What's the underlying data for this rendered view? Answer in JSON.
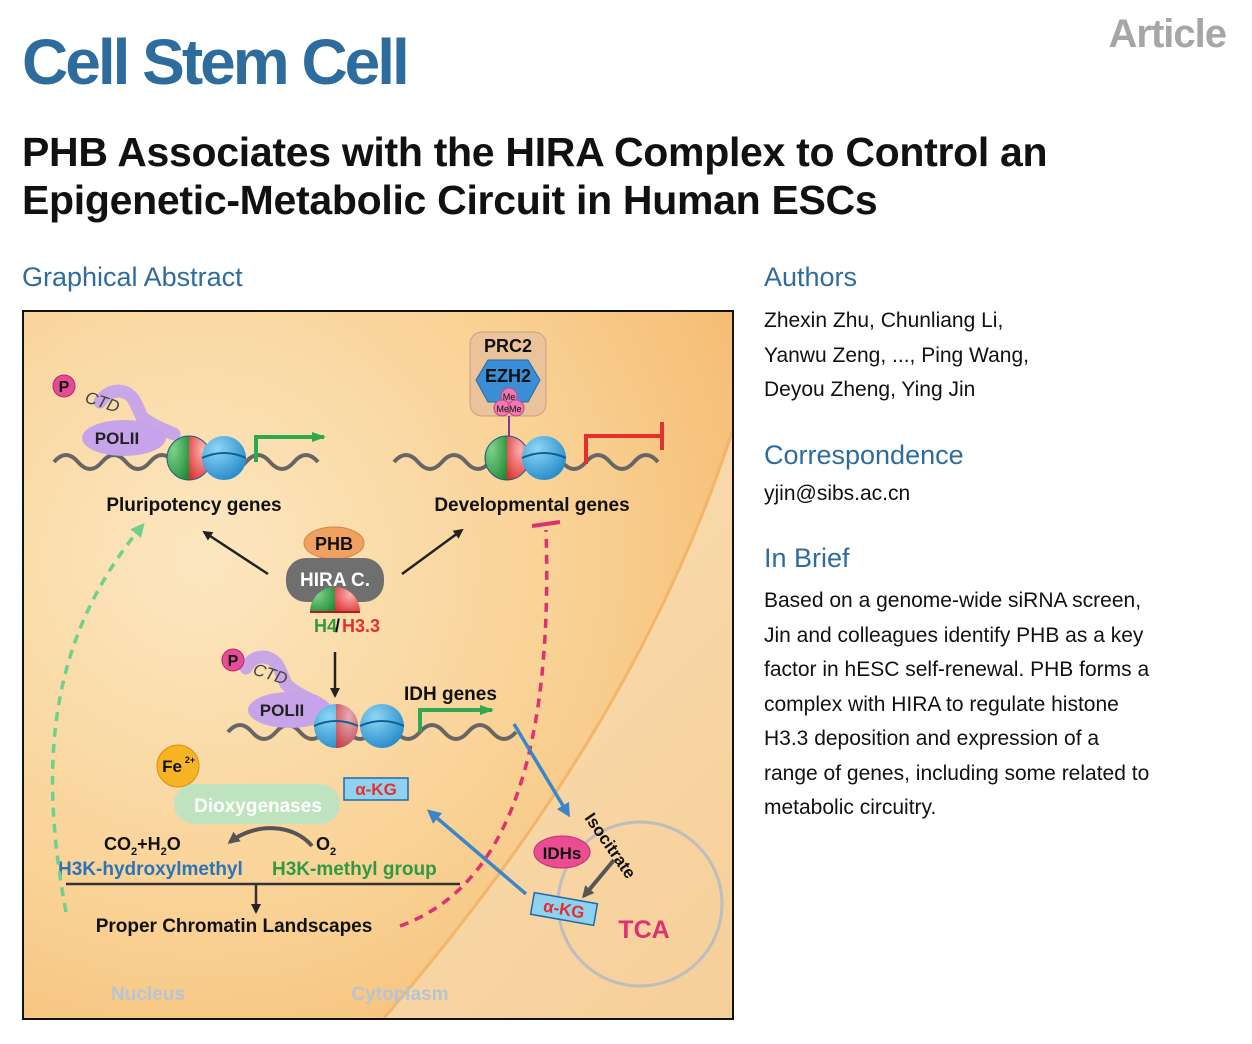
{
  "header": {
    "journal": "Cell Stem Cell",
    "article_type": "Article",
    "title_line1": "PHB Associates with the HIRA Complex to Control an",
    "title_line2": "Epigenetic-Metabolic Circuit in Human ESCs"
  },
  "graphical_abstract": {
    "heading": "Graphical Abstract",
    "labels": {
      "phospho": "P",
      "ctd": "CTD",
      "polii": "POLII",
      "pluripotency": "Pluripotency genes",
      "prc2": "PRC2",
      "ezh2": "EZH2",
      "me": "Me",
      "meme": "MeMe",
      "developmental": "Developmental genes",
      "phb": "PHB",
      "hira": "HIRA C.",
      "h4": "H4",
      "slash": "/",
      "h33": "H3.3",
      "idh_genes": "IDH genes",
      "fe": "Fe",
      "fe_charge": "2+",
      "dioxygenases": "Dioxygenases",
      "akg": "α-KG",
      "co2": "CO",
      "two": "2",
      "plus_h": "+H",
      "o": "O",
      "o2": "O",
      "hydroxymethyl": "H3K-hydroxylmethyl",
      "methyl": "H3K-methyl group",
      "chromatin": "Proper Chromatin Landscapes",
      "isocitrate": "Isocitrate",
      "idhs": "IDHs",
      "tca": "TCA",
      "nucleus": "Nucleus",
      "cytoplasm": "Cytoplasm"
    }
  },
  "authors": {
    "heading": "Authors",
    "lines": [
      "Zhexin Zhu, Chunliang Li,",
      "Yanwu Zeng, ..., Ping Wang,",
      "Deyou Zheng, Ying Jin"
    ]
  },
  "correspondence": {
    "heading": "Correspondence",
    "email": "yjin@sibs.ac.cn"
  },
  "in_brief": {
    "heading": "In Brief",
    "lines": [
      "Based on a genome-wide siRNA screen,",
      "Jin and colleagues identify PHB as a key",
      "factor in hESC self-renewal. PHB forms a",
      "complex with HIRA to regulate histone",
      "H3.3 deposition and expression of a",
      "range of genes, including some related to",
      "metabolic circuitry."
    ]
  },
  "colors": {
    "journal_blue": "#2e6c9e",
    "article_gray": "#a6a6a6",
    "nucleus_fill": "#f9d49a",
    "pluripotency_arrow": "#6fd08a",
    "repression_pink": "#e0306f",
    "metabolic_arrow": "#3a86c8",
    "h4_green": "#2f9a43",
    "h33_red": "#e3302f"
  }
}
